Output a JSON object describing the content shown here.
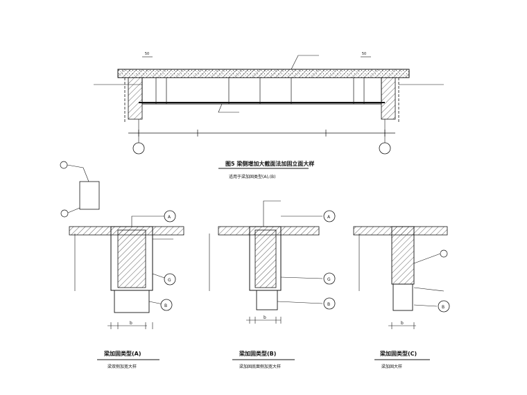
{
  "elevation": {
    "caption": "图5  梁侧增加大截面法加固立面大样",
    "sub_caption": "适用于梁加固类型(A),(B)",
    "dim_50_left": "50",
    "dim_50_right": "50",
    "axis_labels": [
      "",
      ""
    ]
  },
  "sections": [
    {
      "caption": "梁加固类型(A)",
      "sub_caption": "梁双侧加宽大样",
      "b": "b"
    },
    {
      "caption": "梁加固类型(B)",
      "sub_caption": "梁加固底面侧加宽大样",
      "b": "b"
    },
    {
      "caption": "梁加固类型(C)",
      "sub_caption": "梁加固大样",
      "b": "b"
    }
  ],
  "callouts": [
    "A",
    "G",
    "B",
    "A",
    "G",
    "B",
    "B"
  ]
}
